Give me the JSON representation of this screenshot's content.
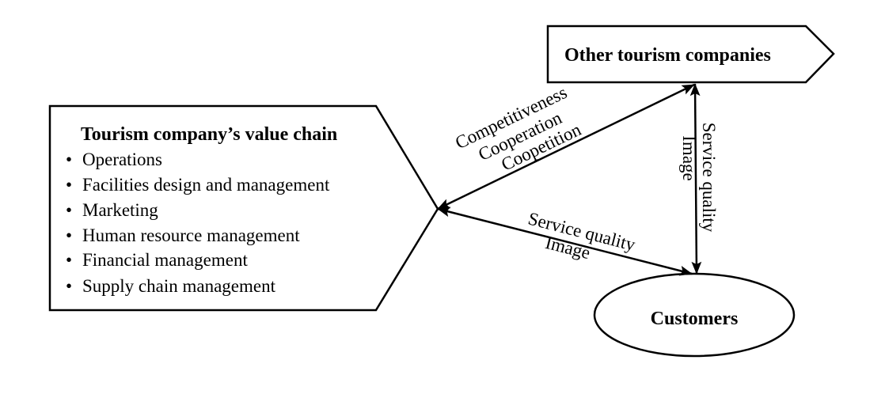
{
  "value_chain": {
    "title": "Tourism company’s value chain",
    "bullet": "•",
    "items": [
      "Operations",
      "Facilities design and management",
      "Marketing",
      "Human resource management",
      "Financial management",
      "Supply chain management"
    ]
  },
  "other_companies": {
    "label": "Other tourism companies"
  },
  "customers": {
    "label": "Customers"
  },
  "edges": {
    "company_to_others": {
      "labels": [
        "Competitiveness",
        "Cooperation",
        "Coopetition"
      ]
    },
    "company_to_customers": {
      "labels": [
        "Service quality",
        "Image"
      ]
    },
    "others_to_customers": {
      "labels": [
        "Service quality",
        "Image"
      ]
    }
  },
  "colors": {
    "stroke": "#000000",
    "fill": "#ffffff"
  }
}
